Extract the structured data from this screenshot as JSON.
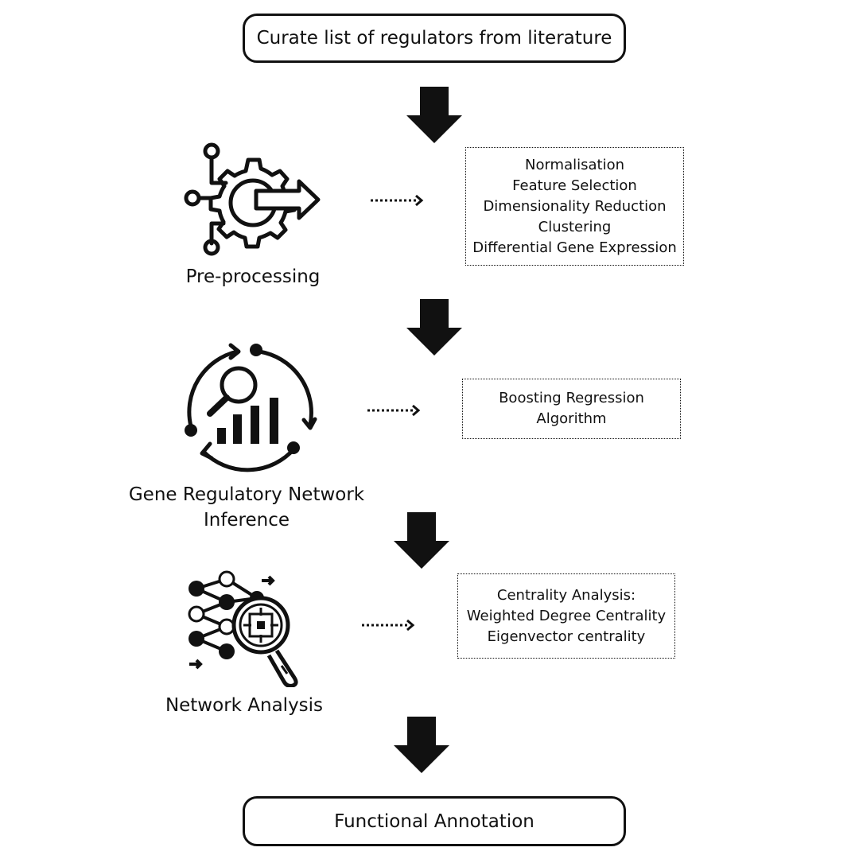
{
  "start": {
    "label": "Curate list of regulators from literature"
  },
  "stages": [
    {
      "icon": "gear-arrow-icon",
      "label_lines": [
        "Pre-processing"
      ],
      "details": [
        "Normalisation",
        "Feature Selection",
        "Dimensionality Reduction",
        "Clustering",
        "Differential Gene Expression"
      ]
    },
    {
      "icon": "cycle-search-chart-icon",
      "label_lines": [
        "Gene Regulatory Network",
        "Inference"
      ],
      "details": [
        "Boosting Regression",
        "Algorithm"
      ]
    },
    {
      "icon": "network-magnifier-icon",
      "label_lines": [
        "Network Analysis"
      ],
      "details": [
        "Centrality Analysis:",
        "Weighted Degree Centrality",
        "Eigenvector centrality"
      ]
    }
  ],
  "end": {
    "label": "Functional Annotation"
  }
}
